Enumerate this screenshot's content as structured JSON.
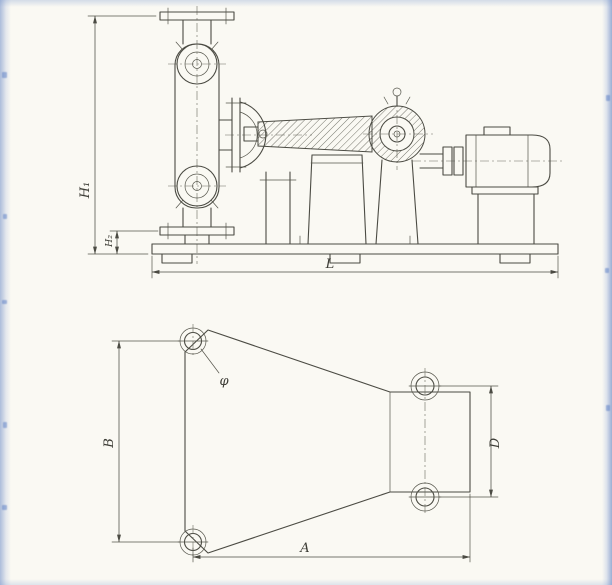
{
  "colors": {
    "ink": "#4b4b43",
    "paper": "#faf9f3",
    "scan_edge_blue": "#6e8cc8"
  },
  "side_view": {
    "dim_overall_height": "H₁",
    "dim_flange_height": "H₂",
    "dim_overall_length": "L"
  },
  "plan_view": {
    "dim_base_width": "B",
    "dim_flange_span": "D",
    "dim_base_length": "A",
    "hole_diameter_symbol": "φ"
  }
}
